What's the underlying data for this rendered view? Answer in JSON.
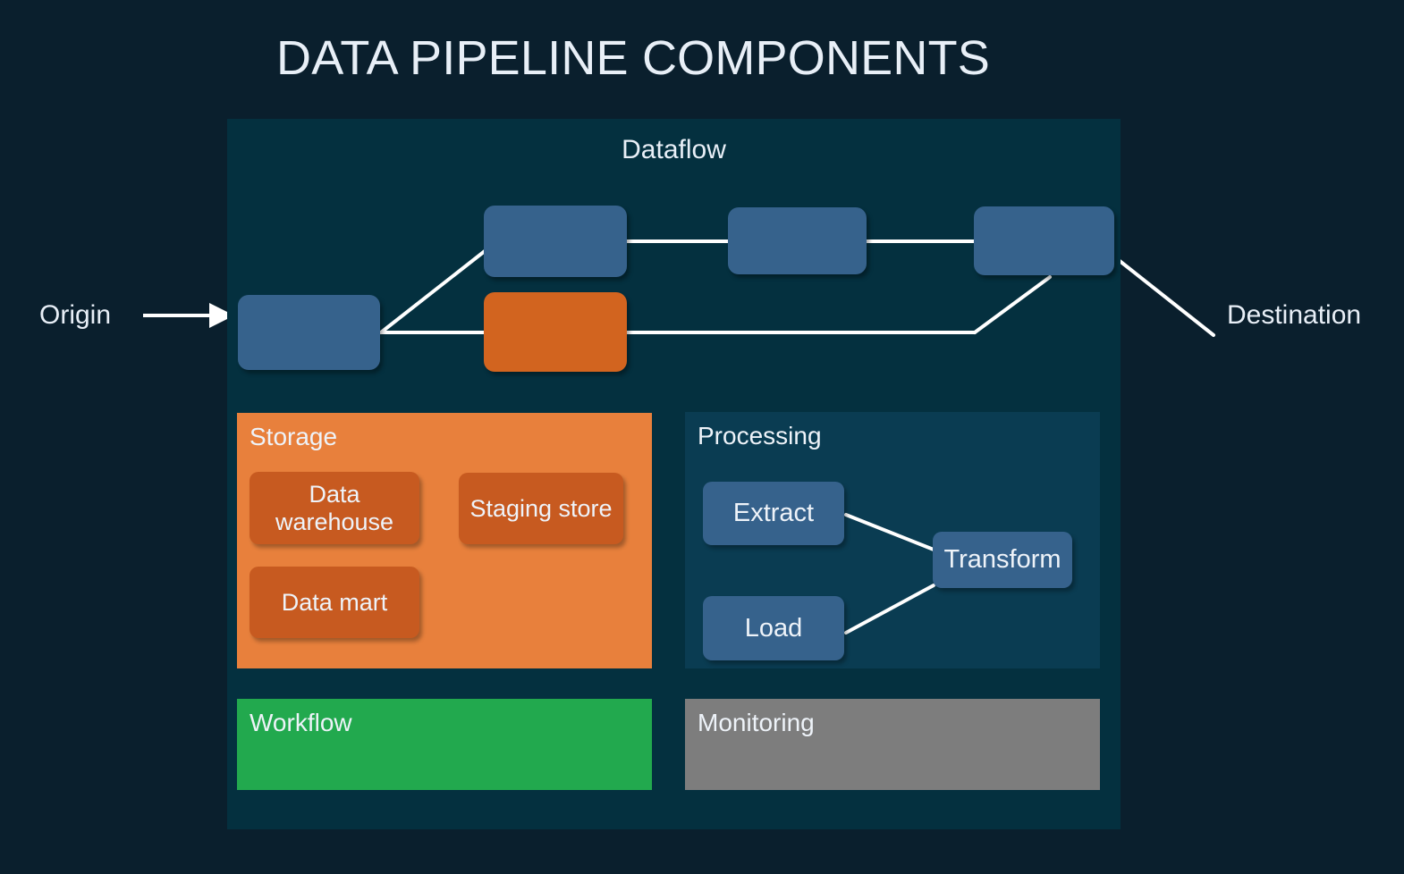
{
  "title": "DATA PIPELINE COMPONENTS",
  "colors": {
    "page_background": "#0a1f2d",
    "container_background": "#04303f",
    "node_blue": "#36628c",
    "node_orange": "#d2641f",
    "storage_panel": "#e8803c",
    "storage_chip": "#c75a20",
    "processing_panel": "#0a3c52",
    "workflow_panel": "#22a94e",
    "monitoring_panel": "#7d7d7d",
    "text": "#e8eff7",
    "connector": "#ffffff"
  },
  "container": {
    "title": "Dataflow"
  },
  "endpoints": {
    "origin_label": "Origin",
    "destination_label": "Destination"
  },
  "flow": {
    "nodes": [
      {
        "id": "node-source",
        "label": "",
        "color": "blue"
      },
      {
        "id": "node-stage-a",
        "label": "",
        "color": "blue"
      },
      {
        "id": "node-buffer",
        "label": "",
        "color": "orange"
      },
      {
        "id": "node-stage-b",
        "label": "",
        "color": "blue"
      },
      {
        "id": "node-stage-c",
        "label": "",
        "color": "blue"
      }
    ]
  },
  "panels": {
    "storage": {
      "title": "Storage",
      "chips": [
        {
          "id": "chip-data-warehouse",
          "label": "Data warehouse"
        },
        {
          "id": "chip-staging-store",
          "label": "Staging store"
        },
        {
          "id": "chip-data-mart",
          "label": "Data mart"
        }
      ]
    },
    "processing": {
      "title": "Processing",
      "chips": [
        {
          "id": "chip-extract",
          "label": "Extract"
        },
        {
          "id": "chip-transform",
          "label": "Transform"
        },
        {
          "id": "chip-load",
          "label": "Load"
        }
      ]
    },
    "workflow": {
      "title": "Workflow"
    },
    "monitoring": {
      "title": "Monitoring"
    }
  }
}
